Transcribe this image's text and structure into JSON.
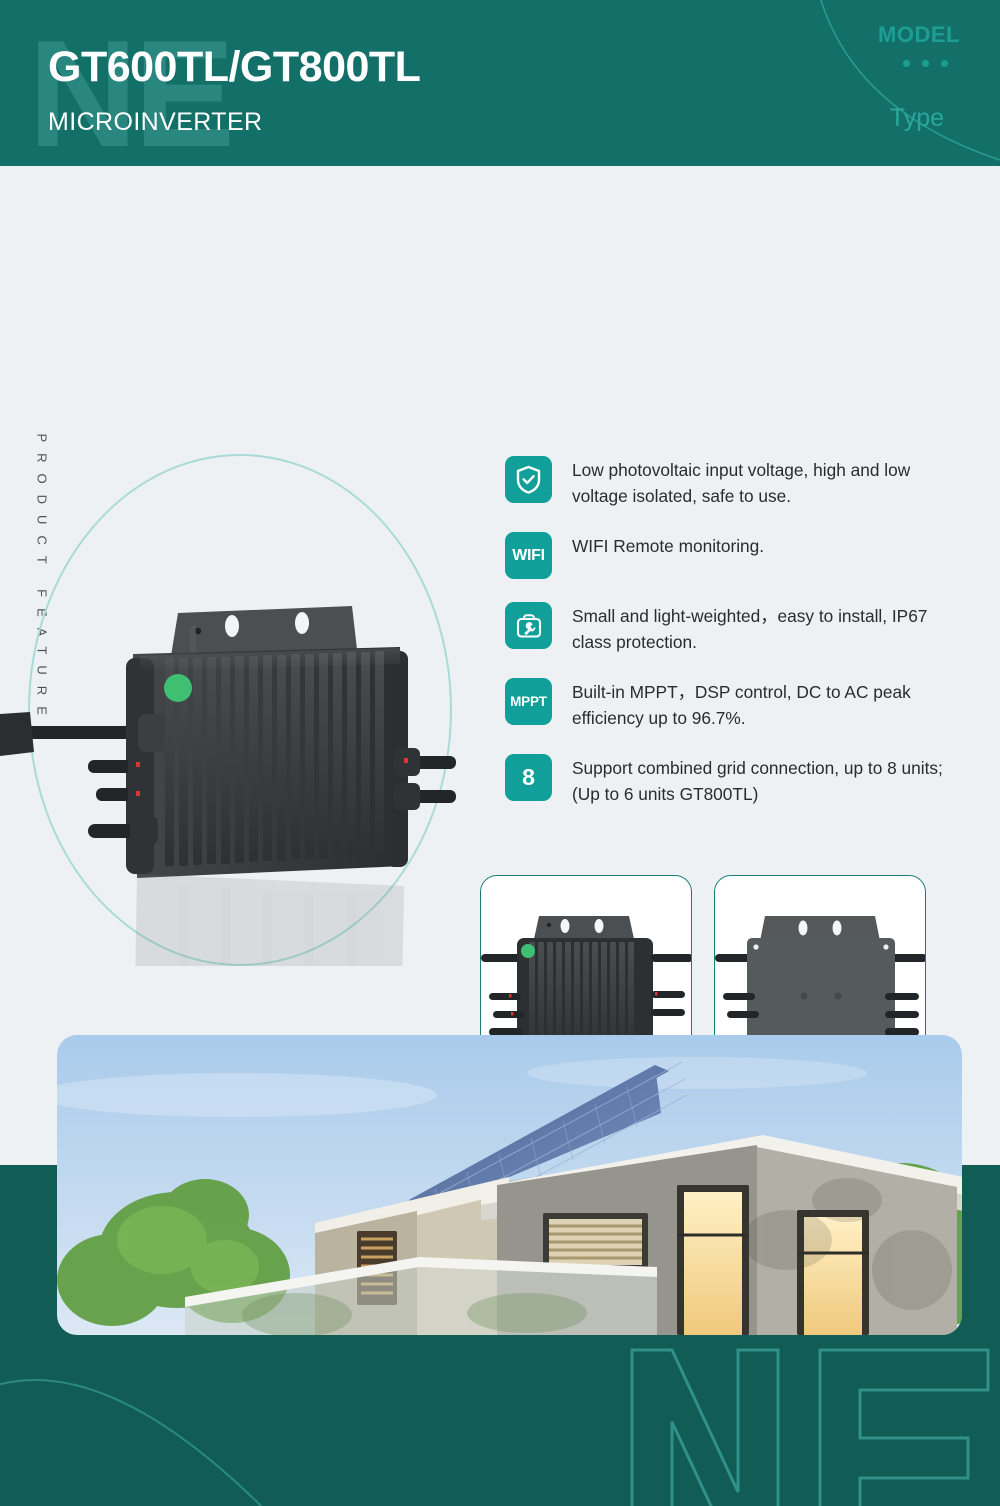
{
  "header": {
    "watermark": "NE",
    "title": "GT600TL/GT800TL",
    "subtitle": "MICROINVERTER",
    "model_label": "MODEL",
    "type_label": "Type",
    "colors": {
      "bg": "#137068",
      "watermark": "#2a8780",
      "accent": "#1d9e94"
    }
  },
  "main": {
    "side_label": "PRODUCT FEATURES",
    "hero": {
      "alt": "GT600TL microinverter front three-quarter view with mounting bracket, heatsink fins, green LED indicator, MC4 DC connectors and AC trunk cable",
      "led_color": "#3fbf72",
      "body_color": "#3a3d40"
    },
    "features": [
      {
        "icon": "shield-check-icon",
        "icon_text": "",
        "text": "Low photovoltaic input voltage, high and low voltage isolated, safe to use."
      },
      {
        "icon": "wifi-icon",
        "icon_text": "WIFI",
        "text": "WIFI Remote monitoring."
      },
      {
        "icon": "toolbox-wrench-icon",
        "icon_text": "",
        "text": "Small and light-weighted，easy to install, IP67 class protection."
      },
      {
        "icon": "mppt-icon",
        "icon_text": "MPPT",
        "text": "Built-in MPPT，DSP control, DC to AC peak efficiency up to 96.7%."
      },
      {
        "icon": "eight-units-icon",
        "icon_text": "8",
        "text": "Support combined grid connection, up to 8 units; (Up to 6 units GT800TL)"
      }
    ],
    "thumbnails": [
      {
        "name": "front-view",
        "alt": "Microinverter front view showing finned heatsink, green LED and MC4 connectors"
      },
      {
        "name": "back-view",
        "alt": "Microinverter rear view showing flat mounting plate with corner screws"
      }
    ],
    "colors": {
      "bg": "#eef1f3",
      "icon_bg": "#10a099",
      "circle": "#a9dbd6",
      "thumb_border": "#1b7d75"
    }
  },
  "photo": {
    "alt": "Modern two-storey house with rooftop solar photovoltaic panel array against a blue sky, surrounded by green trees"
  },
  "footer": {
    "watermark": "NE",
    "colors": {
      "bg": "#115c55",
      "line": "#2a8a80"
    }
  }
}
